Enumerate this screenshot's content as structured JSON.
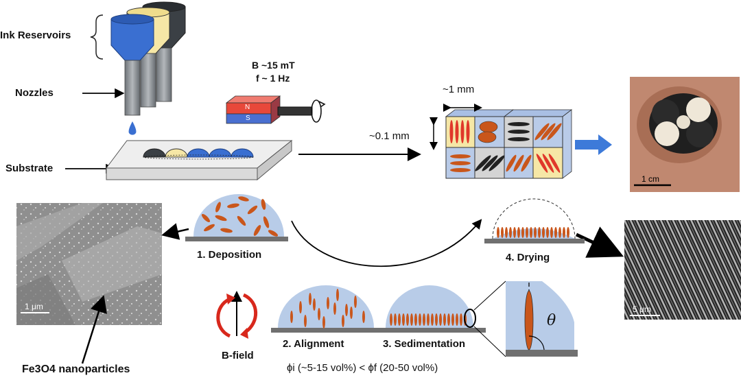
{
  "labels": {
    "ink_reservoirs": "Ink Reservoirs",
    "nozzles": "Nozzles",
    "substrate": "Substrate",
    "field_b": "B ~15 mT",
    "field_f": "f ~ 1 Hz",
    "magnet_n": "N",
    "magnet_s": "S",
    "size_1mm": "~1 mm",
    "size_01mm": "~0.1 mm",
    "photo_scale": "1 cm",
    "sem_left_scale": "1 μm",
    "sem_right_scale": "5 μm",
    "step1": "1. Deposition",
    "step2": "2. Alignment",
    "step3": "3. Sedimentation",
    "step4": "4. Drying",
    "bfield": "B-field",
    "theta": "θ",
    "nanoparticles": "Fe3O4 nanoparticles",
    "phi_formula": "ϕi (~5-15 vol%) < ϕf (20-50 vol%)"
  },
  "colors": {
    "blue_ink": "#3a6fd1",
    "yellow_ink": "#f6e7a6",
    "dark_ink": "#3b4045",
    "drop_blue": "#b8cce8",
    "particle_orange": "#c9561b",
    "substrate_gray": "#707070",
    "magnet_red": "#e8483a",
    "magnet_blue": "#4a6fd0",
    "arrow_blue": "#3d7ad9"
  }
}
